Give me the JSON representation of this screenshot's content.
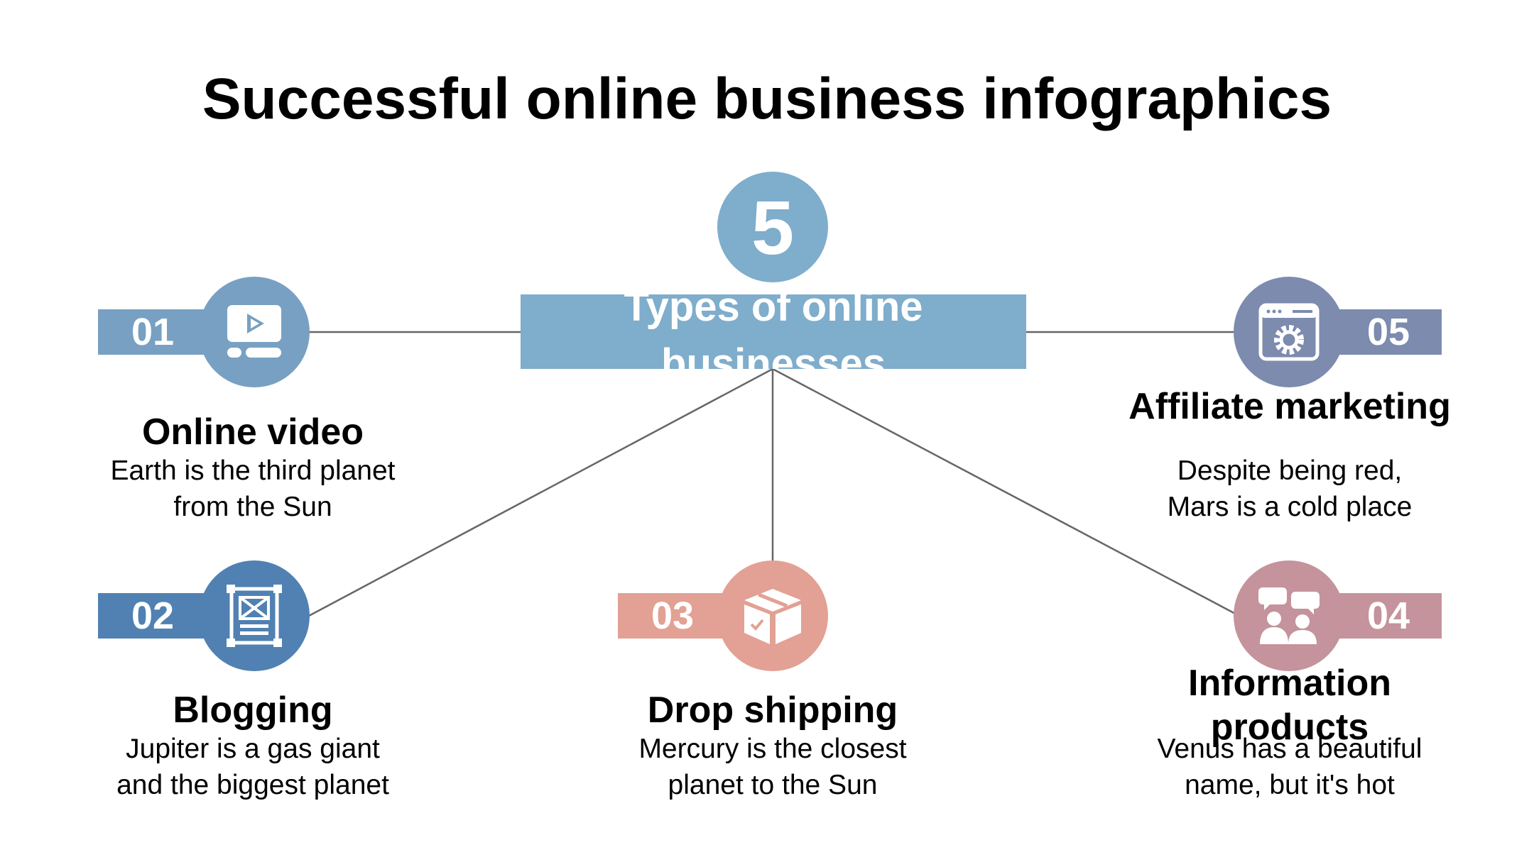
{
  "title": "Successful online business infographics",
  "center": {
    "number": "5",
    "label": "Types of online businesses"
  },
  "items": [
    {
      "number": "01",
      "heading": "Online video",
      "desc_line1": "Earth is the third planet",
      "desc_line2": "from the Sun",
      "icon": "video-player-icon",
      "color": "#78a0c2"
    },
    {
      "number": "02",
      "heading": "Blogging",
      "desc_line1": "Jupiter is a gas giant",
      "desc_line2": "and the biggest planet",
      "icon": "blog-layout-icon",
      "color": "#5081b2"
    },
    {
      "number": "03",
      "heading": "Drop shipping",
      "desc_line1": "Mercury is the closest",
      "desc_line2": "planet to the Sun",
      "icon": "package-box-icon",
      "color": "#e2a194"
    },
    {
      "number": "04",
      "heading": "Information products",
      "desc_line1": "Venus has a beautiful",
      "desc_line2": "name, but it's hot",
      "icon": "conversation-people-icon",
      "color": "#c4939c"
    },
    {
      "number": "05",
      "heading": "Affiliate marketing",
      "desc_line1": "Despite being red,",
      "desc_line2": "Mars is a cold place",
      "icon": "browser-settings-icon",
      "color": "#7c8bae"
    }
  ]
}
